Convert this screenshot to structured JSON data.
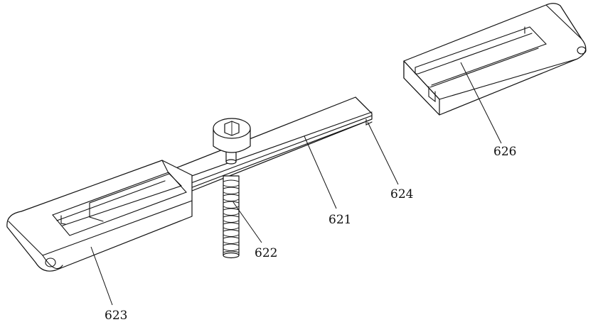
{
  "figure": {
    "labels": {
      "rod": "621",
      "screw": "622",
      "base_block": "623",
      "rail": "624",
      "slider_block": "626"
    }
  }
}
